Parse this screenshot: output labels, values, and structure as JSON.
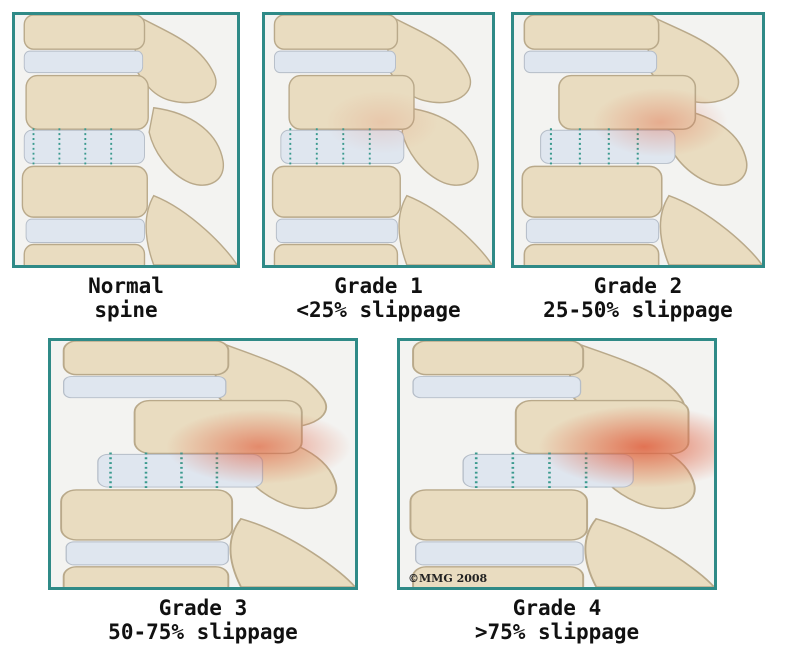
{
  "figure": {
    "copyright": "©MMG 2008",
    "panels": [
      {
        "line1": "Normal",
        "line2": "spine",
        "slip_fraction": 0.0
      },
      {
        "line1": "Grade 1",
        "line2": "<25% slippage",
        "slip_fraction": 0.15
      },
      {
        "line1": "Grade 2",
        "line2": "25-50% slippage",
        "slip_fraction": 0.35
      },
      {
        "line1": "Grade 3",
        "line2": "50-75% slippage",
        "slip_fraction": 0.6
      },
      {
        "line1": "Grade 4",
        "line2": ">75% slippage",
        "slip_fraction": 0.85
      }
    ],
    "colors": {
      "border": "#2f8a87",
      "bone": "#e9dcc0",
      "disc": "#dfe6ef",
      "inflammation": "#e06040",
      "stitches": "#3a9a8e"
    }
  }
}
